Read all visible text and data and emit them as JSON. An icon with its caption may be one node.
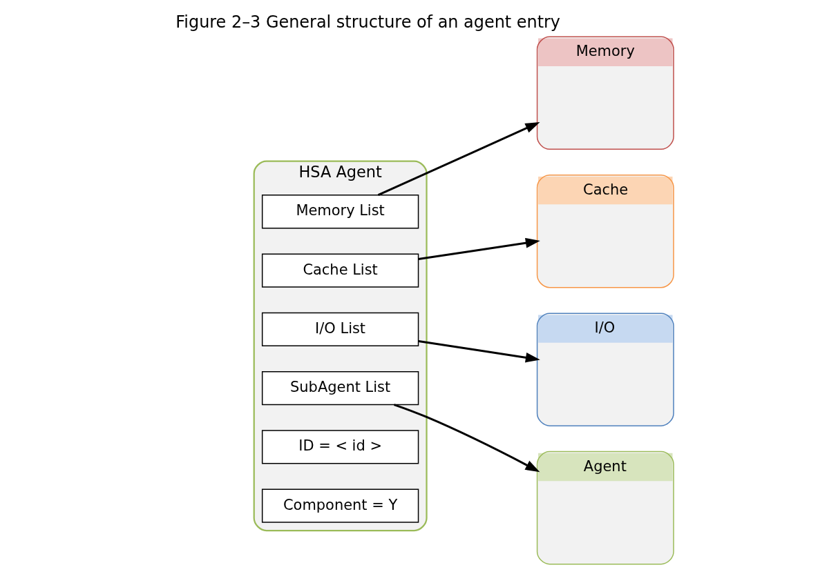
{
  "diagram": {
    "title": "Figure 2–3 General structure of an agent entry",
    "nodes": [
      {
        "text": [
          "HSA Agent"
        ]
      },
      {
        "text": [
          "Component = Y"
        ],
        "in": 0
      },
      {
        "text": [
          "ID = < id >"
        ],
        "in": 0
      },
      {
        "text": [
          "Memory List"
        ],
        "in": 0
      },
      {
        "text": [
          "Cache List"
        ],
        "in": 0
      },
      {
        "text": [
          "I/O List"
        ],
        "in": 0
      },
      {
        "text": [
          "SubAgent List"
        ],
        "in": 0
      },
      {
        "text": [
          "Memory"
        ]
      },
      {
        "text": [
          "Cache"
        ]
      },
      {
        "text": [
          "I/O"
        ]
      },
      {
        "text": [
          "Agent"
        ]
      }
    ],
    "edges": [
      {
        "from": 3,
        "to": 7,
        "arrow": "to"
      },
      {
        "from": 4,
        "to": 8,
        "arrow": "to"
      },
      {
        "from": 5,
        "to": 9,
        "arrow": "to"
      },
      {
        "from": 6,
        "to": 10,
        "arrow": "to"
      }
    ]
  }
}
